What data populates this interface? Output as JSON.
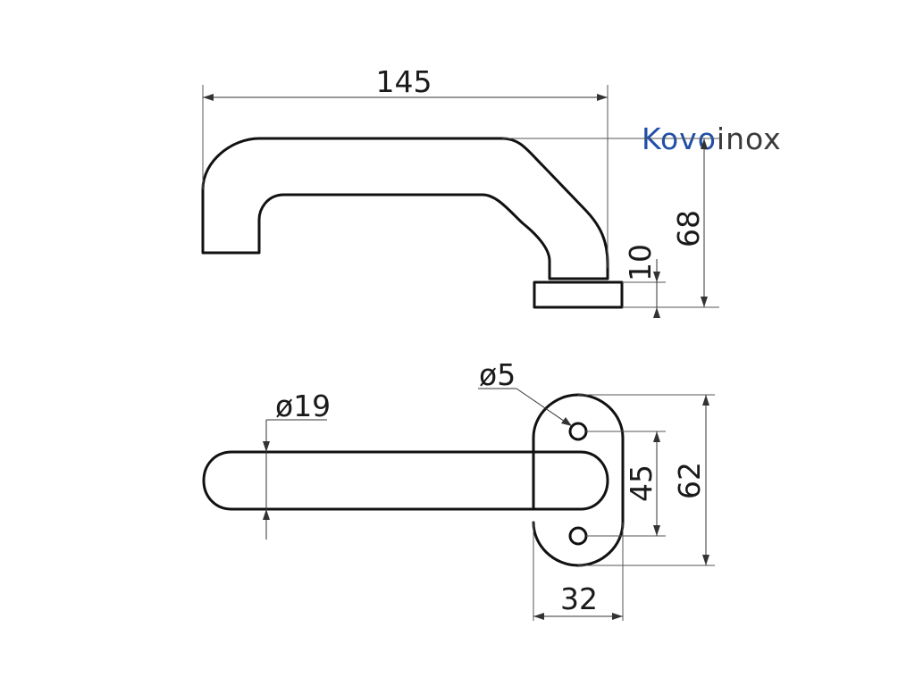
{
  "logo": {
    "part1": "Kovo",
    "part2": "inox",
    "color_primary": "#1f4fa8",
    "color_secondary": "#3a3a3a"
  },
  "dimensions": {
    "overall_length": "145",
    "height": "68",
    "rose_thickness": "10",
    "hole_diameter": "ø5",
    "grip_diameter": "ø19",
    "hole_spacing": "45",
    "rose_length": "62",
    "rose_width": "32"
  }
}
